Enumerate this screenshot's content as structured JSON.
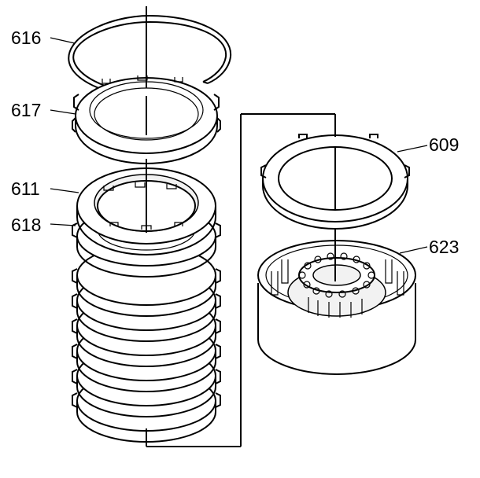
{
  "callouts": {
    "c616": "616",
    "c617": "617",
    "c611": "611",
    "c618": "618",
    "c609": "609",
    "c623": "623"
  },
  "colors": {
    "line": "#000000",
    "background": "#ffffff"
  }
}
